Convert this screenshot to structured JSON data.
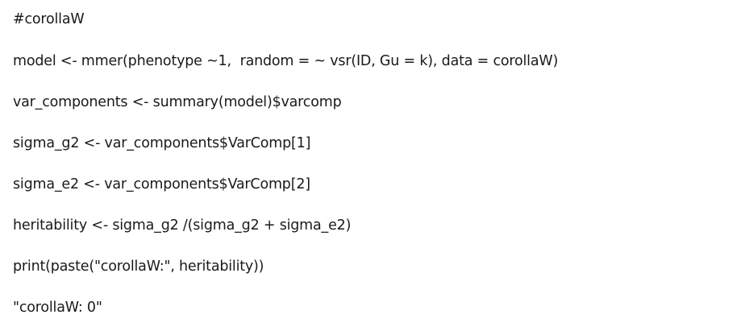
{
  "lines": [
    "#corollaW",
    "model <- mmer(phenotype ~1,  random = ~ vsr(ID, Gu = k), data = corollaW)",
    "var_components <- summary(model)$varcomp",
    "sigma_g2 <- var_components$VarComp[1]",
    "sigma_e2 <- var_components$VarComp[2]",
    "heritability <- sigma_g2 /(sigma_g2 + sigma_e2)",
    "print(paste(\"corollaW:\", heritability))",
    "\"corollaW: 0\""
  ]
}
